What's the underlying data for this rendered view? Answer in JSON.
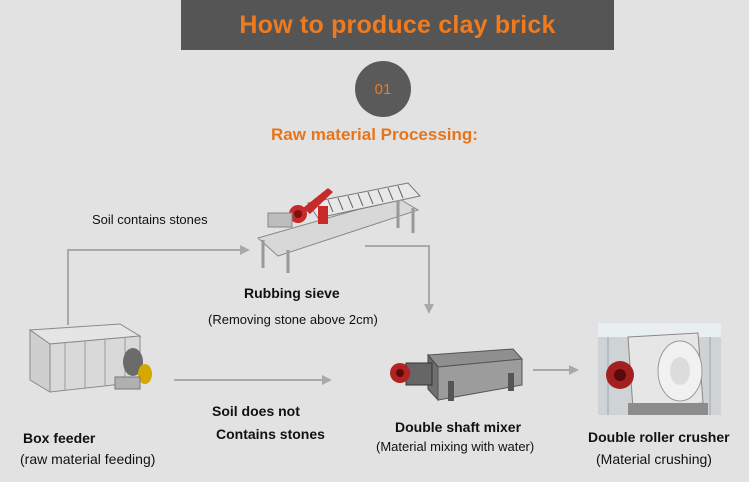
{
  "title": "How to produce clay brick",
  "step_number": "01",
  "section_title": "Raw material Processing:",
  "labels": {
    "soil_contains_stones": "Soil contains stones",
    "soil_does_not_line1": "Soil does not",
    "soil_does_not_line2": "Contains stones"
  },
  "machines": {
    "rubbing_sieve": {
      "name": "Rubbing sieve",
      "desc": "(Removing stone above 2cm)"
    },
    "box_feeder": {
      "name": "Box feeder",
      "desc": "(raw material feeding)"
    },
    "double_shaft_mixer": {
      "name": "Double shaft mixer",
      "desc": "(Material mixing with water)"
    },
    "double_roller_crusher": {
      "name": "Double roller crusher",
      "desc": "(Material crushing)"
    }
  },
  "colors": {
    "title_bar": "#555555",
    "accent_orange": "#f07a1e",
    "arrow_gray": "#a9a9a9",
    "background": "#e2e2e2"
  }
}
